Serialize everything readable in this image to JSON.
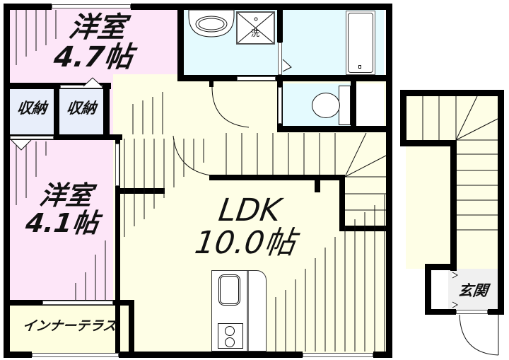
{
  "floor_plan": {
    "rooms": [
      {
        "id": "western-room-1",
        "name": "洋室",
        "size": "4.7帖",
        "color": "#fde6f8"
      },
      {
        "id": "western-room-2",
        "name": "洋室",
        "size": "4.1帖",
        "color": "#fde6f8"
      },
      {
        "id": "storage-1",
        "name": "収納",
        "color": "#e8eefa"
      },
      {
        "id": "storage-2",
        "name": "収納",
        "color": "#e8eefa"
      },
      {
        "id": "ldk",
        "name": "LDK",
        "size": "10.0帖",
        "color": "#fefee6"
      },
      {
        "id": "inner-terrace",
        "name": "インナーテラス",
        "color": "#fefee0"
      },
      {
        "id": "entrance",
        "name": "玄関",
        "color": "#f0f0f0"
      },
      {
        "id": "washroom",
        "name": "",
        "color": "#e4fafe"
      },
      {
        "id": "bathroom",
        "name": "",
        "color": "#e4fafe"
      },
      {
        "id": "toilet",
        "name": "",
        "color": "#e4fafe"
      },
      {
        "id": "staircase",
        "name": "",
        "color": "#fefee6"
      }
    ],
    "fixtures": {
      "washing_machine_label": "洗"
    },
    "colors": {
      "wall": "#000000",
      "background": "#ffffff"
    }
  }
}
